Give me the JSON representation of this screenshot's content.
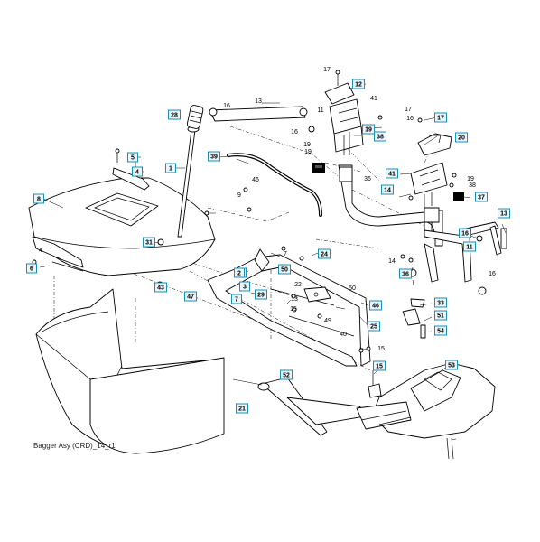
{
  "diagram": {
    "caption": "Bagger Asy (CRD)_14_r1",
    "boxed_callouts": [
      "1",
      "2",
      "3",
      "4",
      "5",
      "6",
      "7",
      "8",
      "11",
      "12",
      "13",
      "14",
      "15",
      "16",
      "17",
      "19",
      "20",
      "21",
      "22",
      "24",
      "25",
      "28",
      "29",
      "31",
      "33",
      "36",
      "37",
      "38",
      "39",
      "41",
      "43",
      "46",
      "47",
      "50",
      "51",
      "52",
      "53",
      "54"
    ],
    "plain_callouts": [
      "4",
      "7",
      "9",
      "11",
      "13",
      "14",
      "15",
      "16",
      "17",
      "19",
      "22",
      "36",
      "38",
      "40",
      "41",
      "46",
      "49",
      "50"
    ]
  }
}
